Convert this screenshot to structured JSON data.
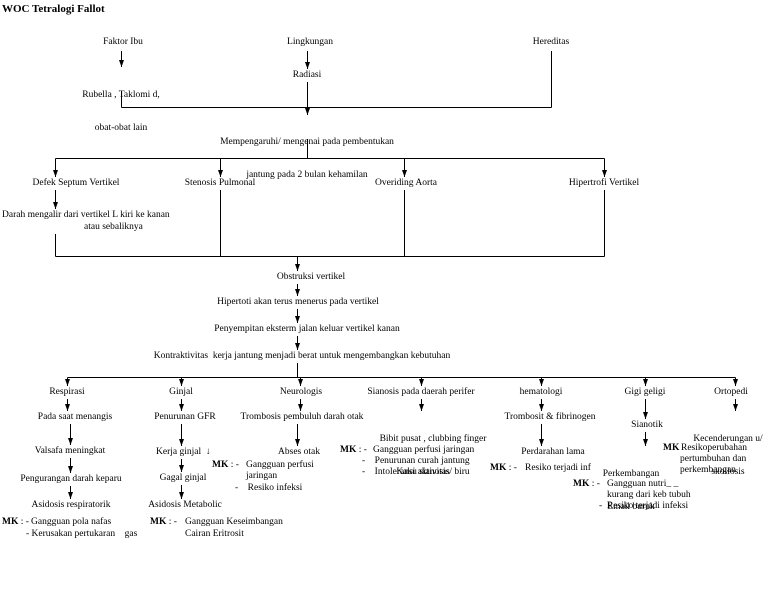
{
  "title": "WOC Tetralogi Fallot",
  "causes": {
    "faktor_ibu": {
      "label": "Faktor Ibu",
      "detail": [
        "Rubella , Taklomi d,",
        "obat-obat lain"
      ]
    },
    "lingkungan": {
      "label": "Lingkungan",
      "detail": "Radiasi"
    },
    "hereditas": {
      "label": "Hereditas"
    }
  },
  "effect": [
    "Mempengaruhi/ mengenai pada pembentukan",
    "jantung pada 2 bulan kehamilan"
  ],
  "defects": {
    "defek_septum": {
      "label": "Defek Septum Vertikel",
      "detail": [
        "Darah mengalir dari vertikel L kiri ke kanan",
        "atau sebaliknya"
      ]
    },
    "stenosis_pulmonal": {
      "label": "Stenosis Pulmonal"
    },
    "overiding_aorta": {
      "label": "Overiding Aorta"
    },
    "hipertrofi_vertikel": {
      "label": "Hipertrofi Vertikel"
    }
  },
  "pathway": [
    "Obstruksi vertikel",
    "Hipertoti akan terus menerus pada vertikel",
    "Penyempitan eksterm jalan keluar vertikel kanan",
    "Kontraktivitas  kerja jantung menjadi berat untuk mengembangkan kebutuhan"
  ],
  "systems": {
    "respirasi": {
      "label": "Respirasi",
      "steps": [
        "Pada saat menangis",
        "Valsafa meningkat",
        "Pengurangan darah keparu",
        "Asidosis respiratorik"
      ],
      "mk": {
        "tag": "MK",
        "prefix": " : -",
        "lines": [
          "Gangguan pola nafas",
          "- Kerusakan pertukaran    gas"
        ]
      }
    },
    "ginjal": {
      "label": "Ginjal",
      "steps": [
        "Penurunan GFR",
        "Kerja ginjal  ↓",
        "Gagal ginjal",
        "Asidosis Metabolic"
      ],
      "mk": {
        "tag": "MK",
        "prefix": " : -",
        "lines": [
          "Gangguan Keseimbangan",
          "Cairan Eritrosit"
        ]
      }
    },
    "neurologis": {
      "label": "Neurologis",
      "steps": [
        "Trombosis pembuluh darah otak",
        "Abses otak"
      ],
      "mk": {
        "tag": "MK",
        "prefix": " : -",
        "lines": [
          "Gangguan perfusi",
          "jaringan",
          "-    Resiko infeksi"
        ]
      }
    },
    "sianosis": {
      "label": "Sianosis pada daerah perifer",
      "steps": [
        "Bibit pusat , clubbing finger",
        "Kaku sianosis/ biru"
      ],
      "mk": {
        "tag": "MK",
        "prefix": " : -",
        "lines": [
          "Gangguan perfusi jaringan",
          "-    Penurunan curah jantung",
          "-    Intoleransi aktivitas"
        ]
      }
    },
    "hematologi": {
      "label": "hematologi",
      "steps": [
        "Trombosit & fibrinogen",
        "Perdarahan lama"
      ],
      "mk": {
        "tag": "MK",
        "prefix": " : -",
        "lines": [
          "Resiko terjadi inf"
        ]
      }
    },
    "gigi_geligi": {
      "label": "Gigi geligi",
      "steps": [
        "Sianotik",
        "Perkembangan",
        "Email buruk"
      ],
      "mk": {
        "tag": "MK",
        "prefix": " : -",
        "lines": [
          "Gangguan nutri_ _",
          "kurang dari keb tubuh",
          "-  Resiko terjadi infeksi"
        ]
      }
    },
    "ortopedi": {
      "label": "Ortopedi",
      "steps": [
        "Kecenderungan u/",
        "skollosis"
      ],
      "mk": {
        "tag": "MK",
        "lines": [
          "Resikoperubahan",
          "pertumbuhan dan",
          "perkembangan"
        ]
      }
    }
  }
}
